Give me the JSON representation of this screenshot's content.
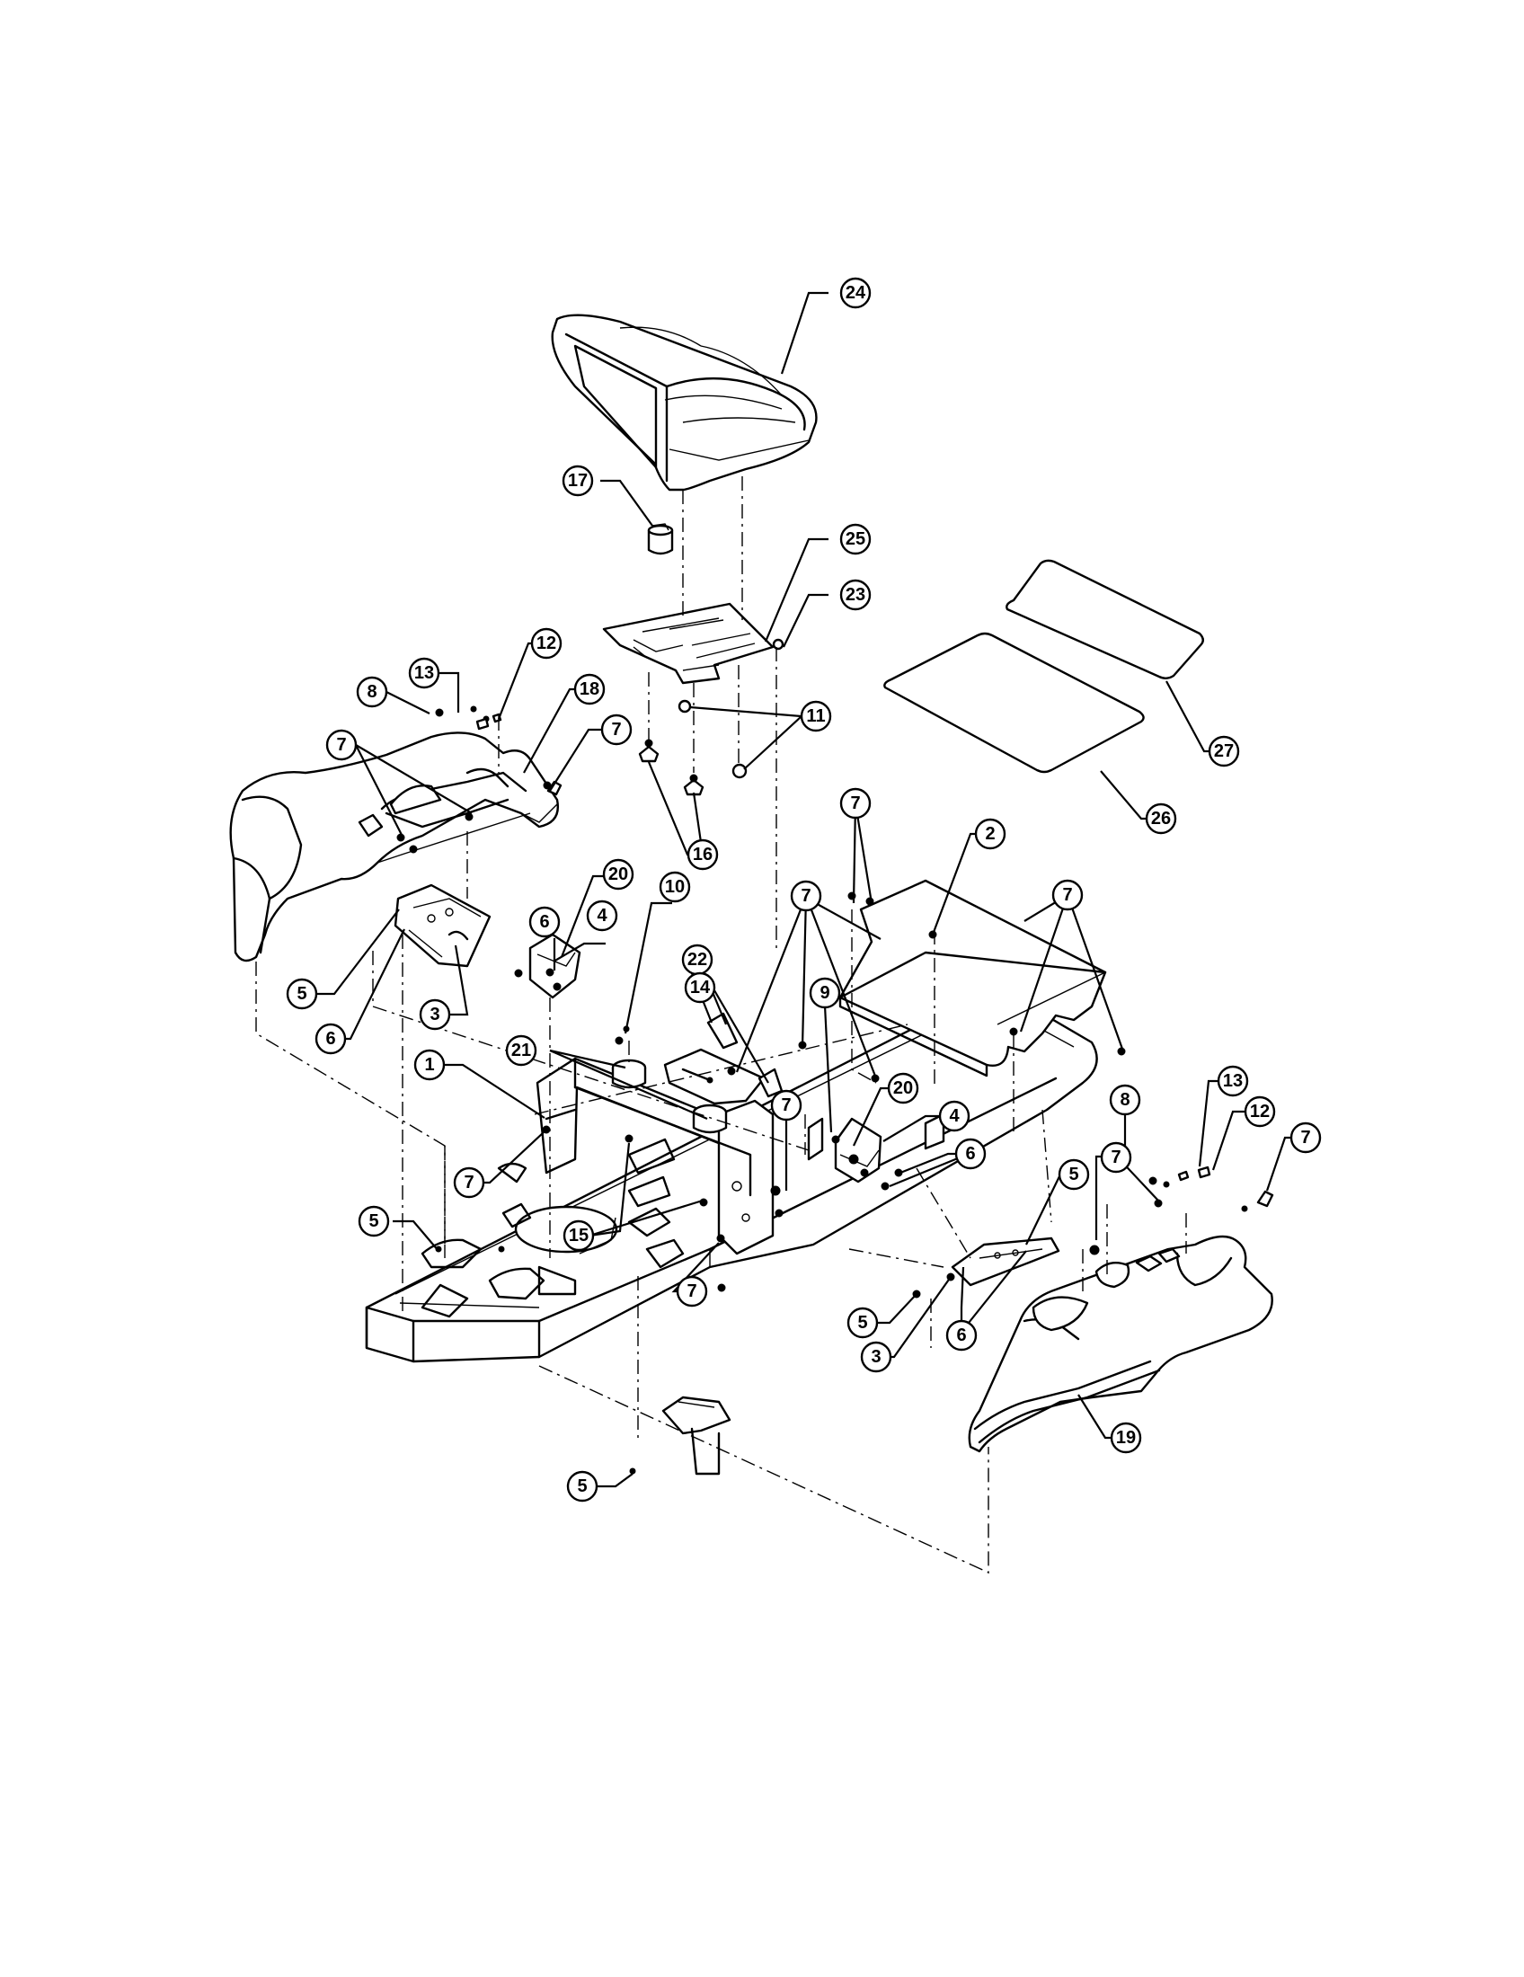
{
  "callouts": [
    {
      "id": "c24",
      "label": "24"
    },
    {
      "id": "c17",
      "label": "17"
    },
    {
      "id": "c25",
      "label": "25"
    },
    {
      "id": "c23",
      "label": "23"
    },
    {
      "id": "c27",
      "label": "27"
    },
    {
      "id": "c26",
      "label": "26"
    },
    {
      "id": "c11",
      "label": "11"
    },
    {
      "id": "c16",
      "label": "16"
    },
    {
      "id": "c12a",
      "label": "12"
    },
    {
      "id": "c13a",
      "label": "13"
    },
    {
      "id": "c8a",
      "label": "8"
    },
    {
      "id": "c18",
      "label": "18"
    },
    {
      "id": "c7a",
      "label": "7"
    },
    {
      "id": "c7b",
      "label": "7"
    },
    {
      "id": "c7c",
      "label": "7"
    },
    {
      "id": "c7d",
      "label": "7"
    },
    {
      "id": "c7e",
      "label": "7"
    },
    {
      "id": "c2",
      "label": "2"
    },
    {
      "id": "c6a",
      "label": "6"
    },
    {
      "id": "c20a",
      "label": "20"
    },
    {
      "id": "c10",
      "label": "10"
    },
    {
      "id": "c4a",
      "label": "4"
    },
    {
      "id": "c22",
      "label": "22"
    },
    {
      "id": "c14",
      "label": "14"
    },
    {
      "id": "c5a",
      "label": "5"
    },
    {
      "id": "c6b",
      "label": "6"
    },
    {
      "id": "c3a",
      "label": "3"
    },
    {
      "id": "c21",
      "label": "21"
    },
    {
      "id": "c1",
      "label": "1"
    },
    {
      "id": "c9",
      "label": "9"
    },
    {
      "id": "c20b",
      "label": "20"
    },
    {
      "id": "c4b",
      "label": "4"
    },
    {
      "id": "c6c",
      "label": "6"
    },
    {
      "id": "c7f",
      "label": "7"
    },
    {
      "id": "c13b",
      "label": "13"
    },
    {
      "id": "c8b",
      "label": "8"
    },
    {
      "id": "c12b",
      "label": "12"
    },
    {
      "id": "c7g",
      "label": "7"
    },
    {
      "id": "c7h",
      "label": "7"
    },
    {
      "id": "c5b",
      "label": "5"
    },
    {
      "id": "c7i",
      "label": "7"
    },
    {
      "id": "c15",
      "label": "15"
    },
    {
      "id": "c5c",
      "label": "5"
    },
    {
      "id": "c7j",
      "label": "7"
    },
    {
      "id": "c5d",
      "label": "5"
    },
    {
      "id": "c3b",
      "label": "3"
    },
    {
      "id": "c6d",
      "label": "6"
    },
    {
      "id": "c19",
      "label": "19"
    },
    {
      "id": "c5e",
      "label": "5"
    }
  ]
}
